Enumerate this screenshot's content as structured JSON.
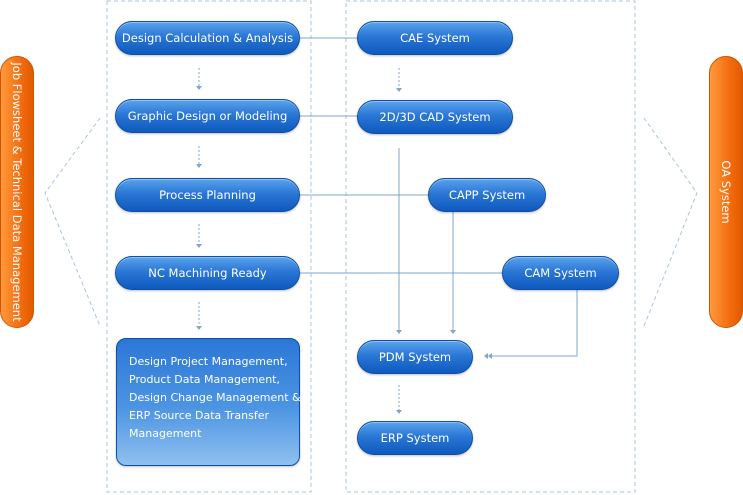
{
  "left_column": [
    {
      "id": "design_calc",
      "label": "Design Calculation & Analysis"
    },
    {
      "id": "graphic_design",
      "label": "Graphic Design or Modeling"
    },
    {
      "id": "process_planning",
      "label": "Process Planning"
    },
    {
      "id": "nc_machining",
      "label": "NC Machining Ready"
    }
  ],
  "management_box": {
    "lines": [
      "Design Project Management,",
      "Product Data Management,",
      "Design Change Management &",
      " ERP Source Data Transfer",
      "Management"
    ]
  },
  "right_column": [
    {
      "id": "cae",
      "label": "CAE System"
    },
    {
      "id": "cad",
      "label": "2D/3D CAD System"
    },
    {
      "id": "capp",
      "label": "CAPP System"
    },
    {
      "id": "cam",
      "label": "CAM System"
    },
    {
      "id": "pdm",
      "label": "PDM System"
    },
    {
      "id": "erp",
      "label": "ERP System"
    }
  ],
  "side_labels": {
    "left": "Job Flowsheet & Technical Data Management",
    "right": "OA  System"
  },
  "colors": {
    "node_blue": "#2a77d6",
    "side_orange": "#f36d10",
    "connector": "#7fa6cf",
    "dashed_border": "#a9c4e0"
  }
}
